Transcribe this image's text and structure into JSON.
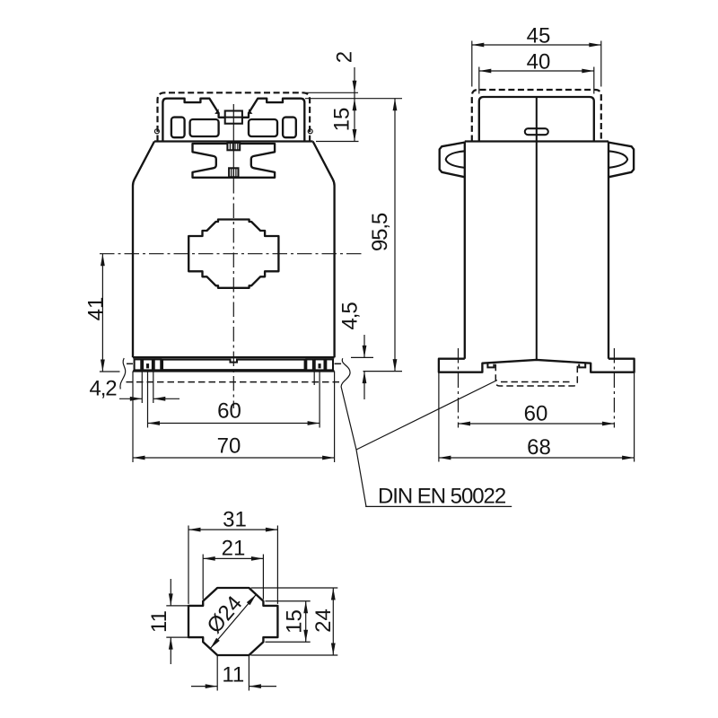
{
  "page": {
    "background": "#ffffff",
    "ink": "#141414",
    "kind": "technical dimensional drawing"
  },
  "views": {
    "front": {
      "dims": {
        "cover_top_gap": "2",
        "cover_height": "15",
        "total_height": "95,5",
        "center_to_bottom": "41",
        "foot_height": "4,5",
        "clip_slot_offset": "4,2",
        "rail_clip_span": "60",
        "overall_width": "70"
      }
    },
    "side": {
      "dims": {
        "cap_outer_width": "45",
        "cap_inner_width": "40",
        "rail_groove_span": "60",
        "base_width": "68"
      }
    },
    "detail": {
      "dims": {
        "outer_width": "31",
        "inner_width": "21",
        "diagonal": "Ø24",
        "side_tab_height": "11",
        "side_height": "15",
        "overall_height": "24",
        "bottom_width": "11"
      }
    }
  },
  "callout": {
    "rail_standard": "DIN EN 50022"
  }
}
